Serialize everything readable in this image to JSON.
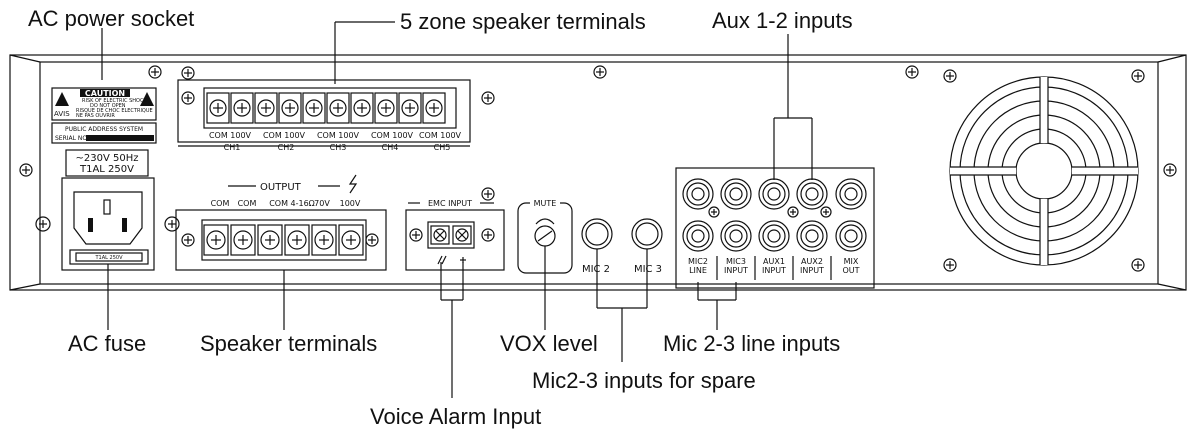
{
  "callouts": {
    "ac_power_socket": "AC power socket",
    "zone_speaker_terminals": "5 zone speaker terminals",
    "aux_inputs": "Aux 1-2 inputs",
    "ac_fuse": "AC fuse",
    "speaker_terminals": "Speaker terminals",
    "vox_level": "VOX level",
    "mic_line_inputs": "Mic 2-3 line inputs",
    "mic_spare_inputs": "Mic2-3 inputs for spare",
    "voice_alarm_input": "Voice Alarm Input"
  },
  "panel": {
    "caution": "CAUTION",
    "caution_line1": "RISK OF ELECTRIC SHOCK",
    "caution_line2": "DO NOT OPEN",
    "avis": "AVIS",
    "avis_line1": "RISQUE DE CHOC ELECTRIQUE",
    "avis_line2": "NE PAS OUVRIR",
    "public_address": "PUBLIC ADDRESS SYSTEM",
    "serial_no": "SERIAL NO.",
    "voltage_line1": "~230V 50Hz",
    "voltage_line2": "T1AL 250V",
    "fuse_label": "T1AL 250V",
    "zone_terminal_labels": [
      "COM 100V",
      "COM 100V",
      "COM 100V",
      "COM 100V",
      "COM 100V"
    ],
    "channels": [
      "CH1",
      "CH2",
      "CH3",
      "CH4",
      "CH5"
    ],
    "output_title": "OUTPUT",
    "output_labels": [
      "COM",
      "COM",
      "COM 4-16Ω",
      "70V",
      "100V"
    ],
    "emc_input": "EMC INPUT",
    "mute": "MUTE",
    "mic2": "MIC 2",
    "mic3": "MIC 3",
    "jack_labels": {
      "mic2_line": [
        "MIC2",
        "LINE"
      ],
      "mic3_input": [
        "MIC3",
        "INPUT"
      ],
      "aux1": [
        "AUX1",
        "INPUT"
      ],
      "aux2": [
        "AUX2",
        "INPUT"
      ],
      "mix": [
        "MIX",
        "OUT"
      ]
    }
  }
}
